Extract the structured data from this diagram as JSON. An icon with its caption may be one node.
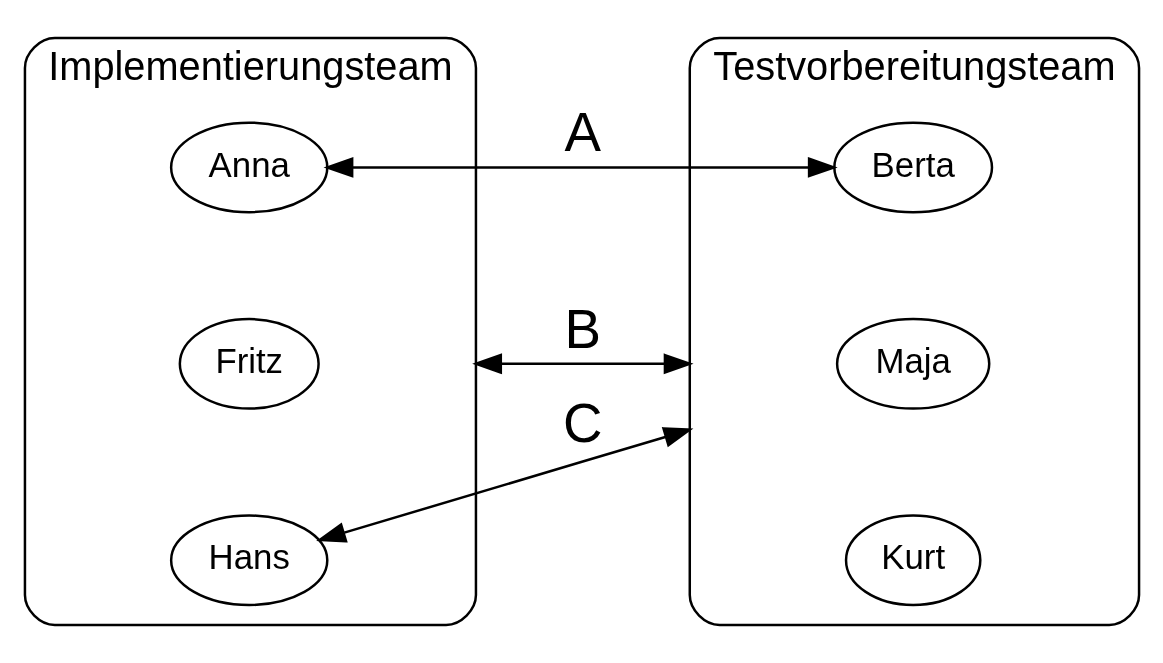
{
  "diagram": {
    "nodes": [
      {
        "text": [
          "Implementierungsteam"
        ]
      },
      {
        "text": [
          "Anna"
        ],
        "in": 0
      },
      {
        "text": [
          "Fritz"
        ],
        "in": 0
      },
      {
        "text": [
          "Hans"
        ],
        "in": 0
      },
      {
        "text": [
          "Testvorbereitungsteam"
        ]
      },
      {
        "text": [
          "Berta"
        ],
        "in": 4
      },
      {
        "text": [
          "Maja"
        ],
        "in": 4
      },
      {
        "text": [
          "Kurt"
        ],
        "in": 4
      }
    ],
    "edges": [
      {
        "from": 1,
        "to": 5,
        "arrow": "both",
        "label": "A"
      },
      {
        "from": 0,
        "to": 4,
        "arrow": "both",
        "label": "B"
      },
      {
        "from": 3,
        "to": 4,
        "arrow": "both",
        "label": "C"
      }
    ]
  }
}
